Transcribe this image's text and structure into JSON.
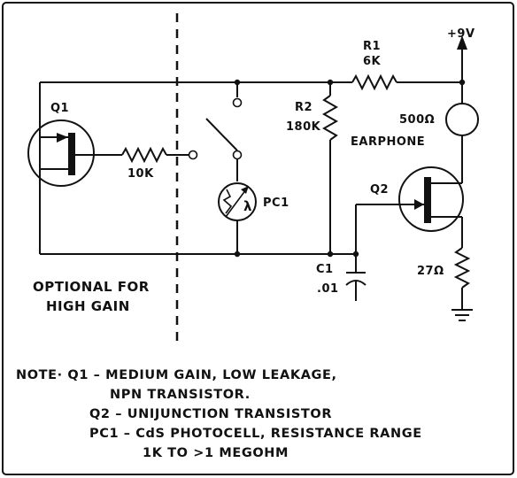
{
  "labels": {
    "supply": "+9V",
    "r1_name": "R1",
    "r1_value": "6K",
    "r2_name": "R2",
    "r2_value": "180K",
    "earphone_value": "500Ω",
    "earphone_name": "EARPHONE",
    "q1_name": "Q1",
    "q1_base_resistor": "10K",
    "pc1_name": "PC1",
    "pc1_symbol": "λ",
    "q2_name": "Q2",
    "c1_name": "C1",
    "c1_value": ".01",
    "r_bottom": "27Ω",
    "optional_line1": "OPTIONAL FOR",
    "optional_line2": "HIGH GAIN"
  },
  "notes": {
    "line1": "NOTE·  Q1 – MEDIUM GAIN, LOW LEAKAGE,",
    "line2": "NPN TRANSISTOR.",
    "line3": "Q2 – UNIJUNCTION TRANSISTOR",
    "line4": "PC1 – CdS PHOTOCELL, RESISTANCE RANGE",
    "line5": "1K TO >1 MEGOHM"
  }
}
